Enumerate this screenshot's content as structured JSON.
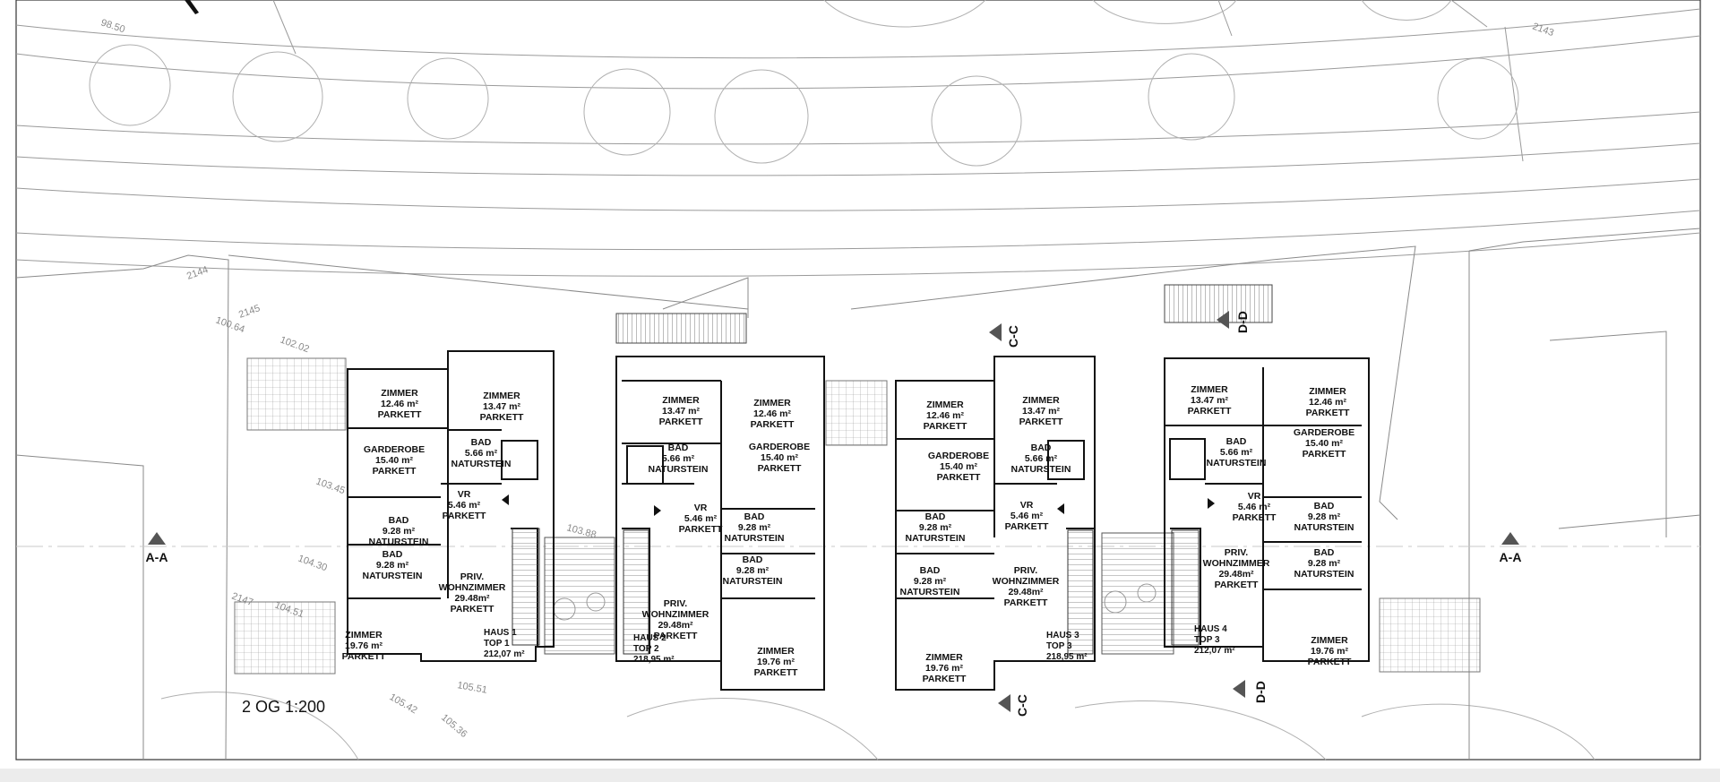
{
  "drawing": {
    "title": "2 OG 1:200",
    "section_marks": [
      "A-A",
      "A-A",
      "C-C",
      "C-C",
      "D-D",
      "D-D"
    ],
    "elevations": [
      "98.50",
      "100.64",
      "102.02",
      "103.45",
      "103.88",
      "104.30",
      "104.51",
      "105.51",
      "105.42",
      "105.36",
      "2144",
      "2145",
      "2147",
      "2143"
    ],
    "units": [
      {
        "house": [
          "HAUS 1",
          "TOP 1",
          "212,07 m²"
        ],
        "rooms": [
          [
            "ZIMMER",
            "12.46 m²",
            "PARKETT"
          ],
          [
            "ZIMMER",
            "13.47 m²",
            "PARKETT"
          ],
          [
            "GARDEROBE",
            "15.40 m²",
            "PARKETT"
          ],
          [
            "BAD",
            "5.66 m²",
            "NATURSTEIN"
          ],
          [
            "VR",
            "5.46 m²",
            "PARKETT"
          ],
          [
            "BAD",
            "9.28 m²",
            "NATURSTEIN"
          ],
          [
            "BAD",
            "9.28 m²",
            "NATURSTEIN"
          ],
          [
            "PRIV.",
            "WOHNZIMMER",
            "29.48m²",
            "PARKETT"
          ],
          [
            "ZIMMER",
            "19.76 m²",
            "PARKETT"
          ]
        ]
      },
      {
        "house": [
          "HAUS 2",
          "TOP 2",
          "218,95 m²"
        ],
        "rooms": [
          [
            "ZIMMER",
            "13.47 m²",
            "PARKETT"
          ],
          [
            "ZIMMER",
            "12.46 m²",
            "PARKETT"
          ],
          [
            "BAD",
            "5.66 m²",
            "NATURSTEIN"
          ],
          [
            "GARDEROBE",
            "15.40 m²",
            "PARKETT"
          ],
          [
            "VR",
            "5.46 m²",
            "PARKETT"
          ],
          [
            "BAD",
            "9.28 m²",
            "NATURSTEIN"
          ],
          [
            "BAD",
            "9.28 m²",
            "NATURSTEIN"
          ],
          [
            "PRIV.",
            "WOHNZIMMER",
            "29.48m²",
            "PARKETT"
          ],
          [
            "ZIMMER",
            "19.76 m²",
            "PARKETT"
          ]
        ]
      },
      {
        "house": [
          "HAUS 3",
          "TOP 3",
          "218,95 m²"
        ],
        "rooms": [
          [
            "ZIMMER",
            "12.46 m²",
            "PARKETT"
          ],
          [
            "ZIMMER",
            "13.47 m²",
            "PARKETT"
          ],
          [
            "GARDEROBE",
            "15.40 m²",
            "PARKETT"
          ],
          [
            "BAD",
            "5.66 m²",
            "NATURSTEIN"
          ],
          [
            "VR",
            "5.46 m²",
            "PARKETT"
          ],
          [
            "BAD",
            "9.28 m²",
            "NATURSTEIN"
          ],
          [
            "BAD",
            "9.28 m²",
            "NATURSTEIN"
          ],
          [
            "PRIV.",
            "WOHNZIMMER",
            "29.48m²",
            "PARKETT"
          ],
          [
            "ZIMMER",
            "19.76 m²",
            "PARKETT"
          ]
        ]
      },
      {
        "house": [
          "HAUS 4",
          "TOP 3",
          "212,07 m²"
        ],
        "rooms": [
          [
            "ZIMMER",
            "13.47 m²",
            "PARKETT"
          ],
          [
            "ZIMMER",
            "12.46 m²",
            "PARKETT"
          ],
          [
            "BAD",
            "5.66 m²",
            "NATURSTEIN"
          ],
          [
            "GARDEROBE",
            "15.40 m²",
            "PARKETT"
          ],
          [
            "VR",
            "5.46 m²",
            "PARKETT"
          ],
          [
            "BAD",
            "9.28 m²",
            "NATURSTEIN"
          ],
          [
            "PRIV.",
            "WOHNZIMMER",
            "29.48m²",
            "PARKETT"
          ],
          [
            "BAD",
            "9.28 m²",
            "NATURSTEIN"
          ],
          [
            "ZIMMER",
            "19.76 m²",
            "PARKETT"
          ]
        ]
      }
    ]
  }
}
